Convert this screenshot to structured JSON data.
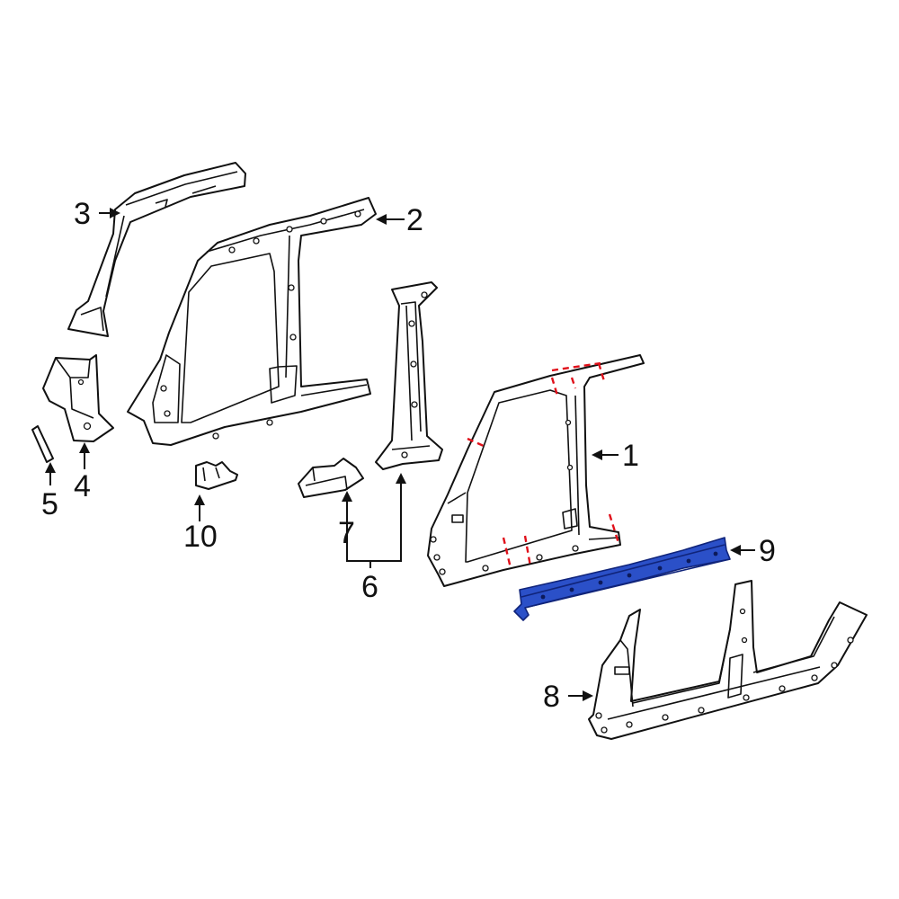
{
  "diagram": {
    "highlight_color": "#2b50c8",
    "cut_line_color": "#e0101a",
    "callouts": [
      {
        "id": "c1",
        "label": "1"
      },
      {
        "id": "c2",
        "label": "2"
      },
      {
        "id": "c3",
        "label": "3"
      },
      {
        "id": "c4",
        "label": "4"
      },
      {
        "id": "c5",
        "label": "5"
      },
      {
        "id": "c6",
        "label": "6"
      },
      {
        "id": "c7",
        "label": "7"
      },
      {
        "id": "c8",
        "label": "8"
      },
      {
        "id": "c9",
        "label": "9"
      },
      {
        "id": "c10",
        "label": "10"
      }
    ]
  }
}
